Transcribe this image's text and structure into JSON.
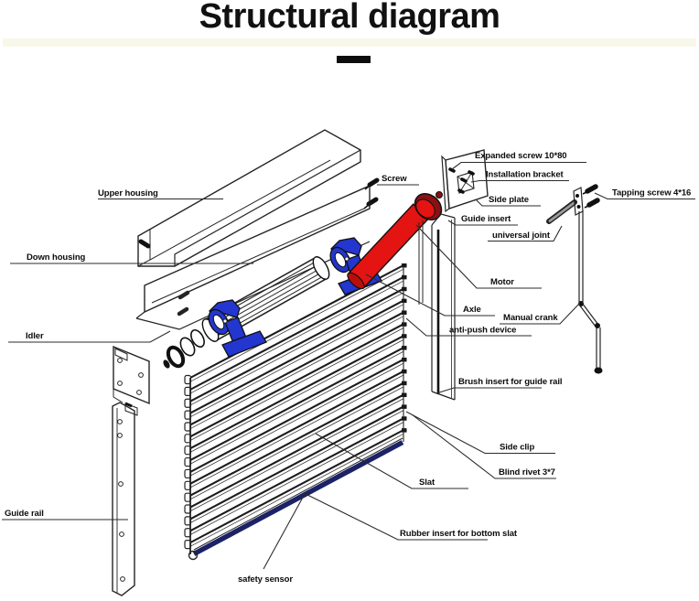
{
  "title": "Structural diagram",
  "colors": {
    "motor_red": "#e31411",
    "motor_red_dark": "#b80f0d",
    "motor_cap_maroon": "#8a1014",
    "bracket_blue": "#2336d0",
    "bottom_slat_navy": "#1b2266",
    "crank_rod_gray": "#9a9a9a",
    "title_highlight_band": "#f8f8ea"
  },
  "curtain": {
    "slats_visible": 15
  },
  "labels": {
    "upper_housing": "Upper housing",
    "down_housing": "Down housing",
    "idler": "Idler",
    "guide_rail": "Guide rail",
    "screw": "Screw",
    "expanded_screw": "Expanded screw 10*80",
    "installation_bracket": "Installation bracket",
    "side_plate": "Side plate",
    "guide_insert": "Guide insert",
    "universal_joint": "universal joint",
    "tapping_screw": "Tapping screw 4*16",
    "motor": "Motor",
    "axle": "Axle",
    "manual_crank": "Manual crank",
    "anti_push_device": "anti-push device",
    "brush_insert": "Brush insert for guide rail",
    "side_clip": "Side clip",
    "blind_rivet": "Blind rivet 3*7",
    "slat": "Slat",
    "rubber_insert": "Rubber insert for bottom slat",
    "safety_sensor": "safety sensor"
  }
}
